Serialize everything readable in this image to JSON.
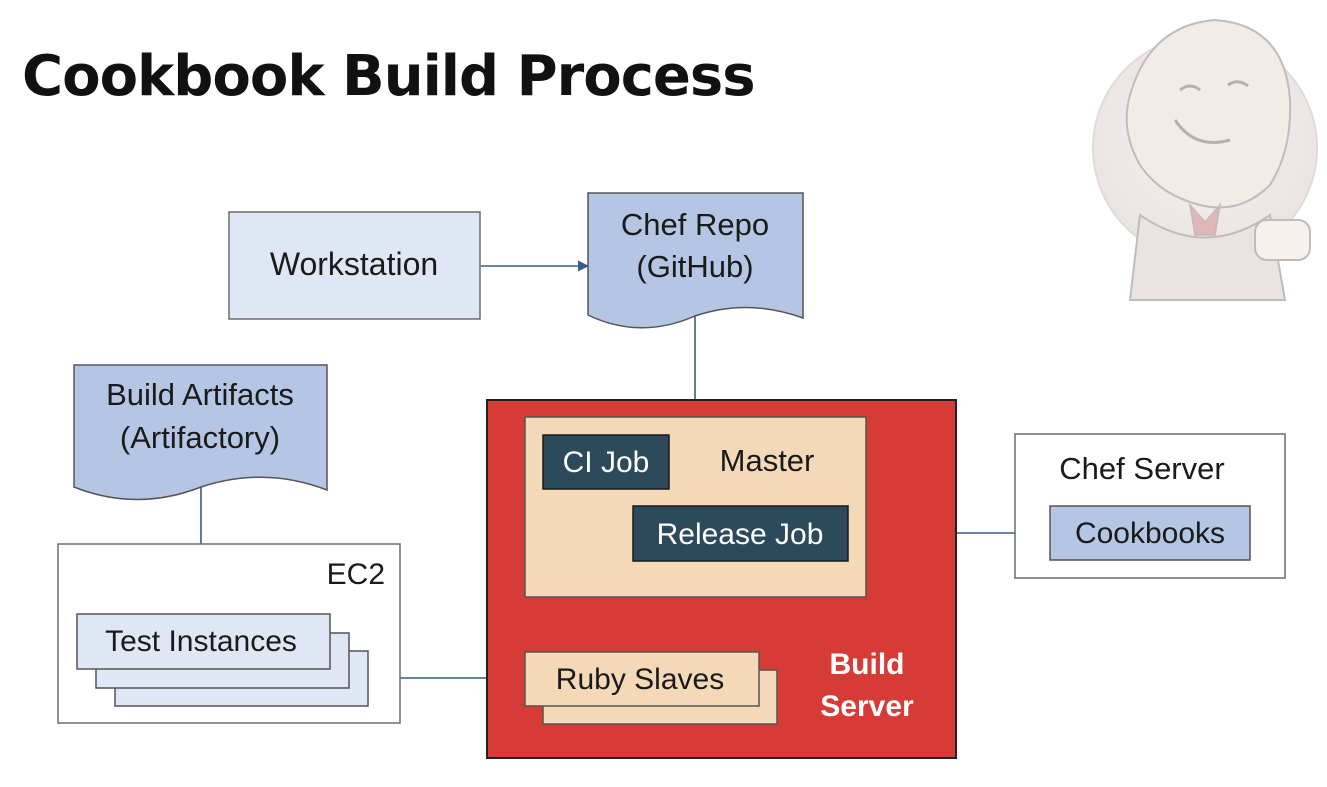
{
  "title": "Cookbook Build Process",
  "nodes": {
    "workstation": "Workstation",
    "chef_repo": {
      "line1": "Chef Repo",
      "line2": "(GitHub)"
    },
    "build_artifacts": {
      "line1": "Build Artifacts",
      "line2": "(Artifactory)"
    },
    "build_server": {
      "line1": "Build",
      "line2": "Server"
    },
    "master": "Master",
    "ci_job": "CI Job",
    "release_job": "Release Job",
    "ruby_slaves": "Ruby Slaves",
    "chef_server": "Chef Server",
    "cookbooks": "Cookbooks",
    "ec2": "EC2",
    "test_instances": "Test Instances"
  },
  "logo": {
    "icon": "jenkins-butler-logo"
  },
  "colors": {
    "light_box": "#dfe6f4",
    "doc_blue": "#b4c6e3",
    "build_server_red": "#d63c35",
    "master_tan": "#f4d9b8",
    "job_dark": "#2c4a5a",
    "arrow": "#3b5c86"
  }
}
